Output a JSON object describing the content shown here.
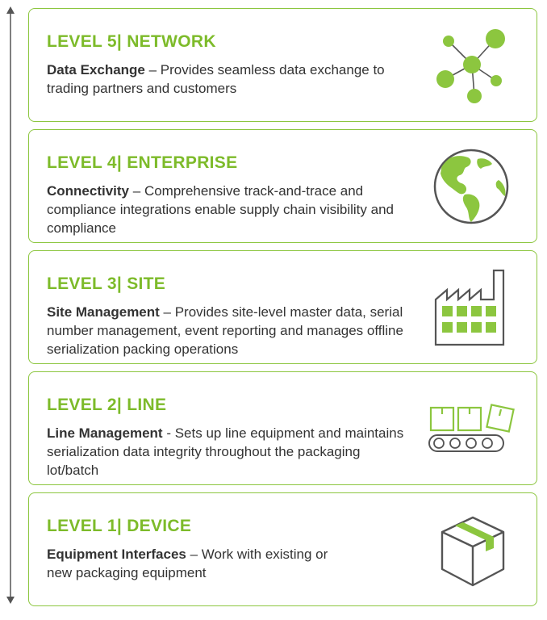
{
  "colors": {
    "accent": "#7dbb2a",
    "border": "#8cc63f",
    "text": "#333333",
    "icon_gray": "#555555"
  },
  "levels": [
    {
      "title": "LEVEL 5| NETWORK",
      "term": "Data Exchange",
      "sep": " – ",
      "text": "Provides seamless data exchange to trading partners and customers",
      "icon": "network-icon"
    },
    {
      "title": "LEVEL 4| ENTERPRISE",
      "term": "Connectivity",
      "sep": " – ",
      "text": "Comprehensive track-and-trace and compliance integrations enable supply chain visibility and compliance",
      "icon": "globe-icon"
    },
    {
      "title": "LEVEL 3| SITE",
      "term": "Site Management",
      "sep": " – ",
      "text": "Provides site-level master data, serial number management, event reporting and manages offline serialization packing operations",
      "icon": "factory-icon"
    },
    {
      "title": "LEVEL 2| LINE",
      "term": "Line Management",
      "sep": " - ",
      "text": "Sets up line equipment and maintains serialization data integrity throughout the packaging lot/batch",
      "icon": "conveyor-belt-icon"
    },
    {
      "title": "LEVEL 1| DEVICE",
      "term": "Equipment Interfaces",
      "sep": " – ",
      "text": "Work with existing or new packaging equipment",
      "icon": "package-box-icon"
    }
  ]
}
